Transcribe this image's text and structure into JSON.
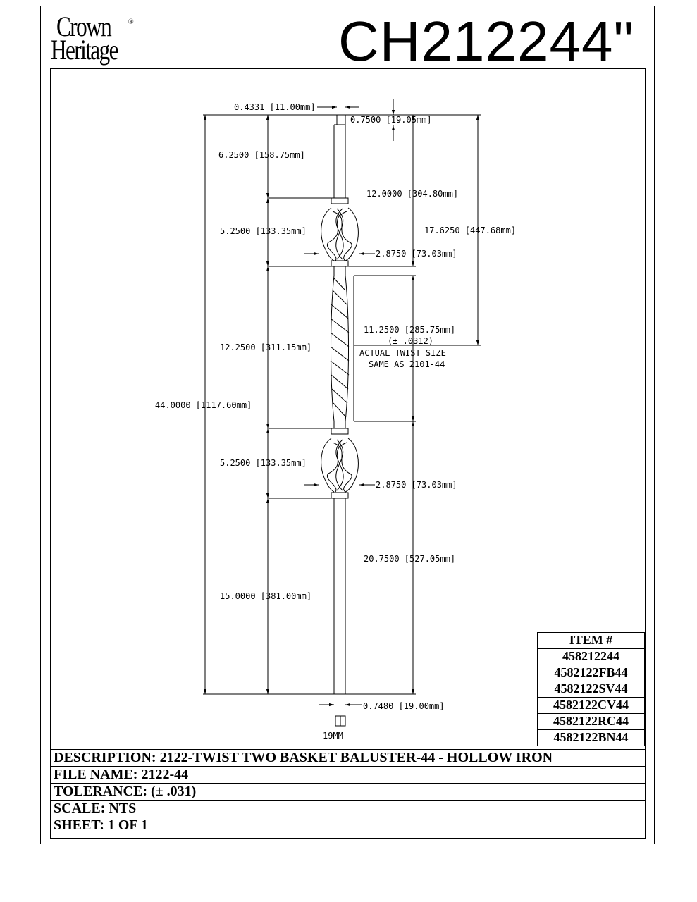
{
  "logo": {
    "line1": "Crown",
    "line2": "Heritage",
    "reg": "®"
  },
  "title": "CH212244\"",
  "dimensions": {
    "top_rod_dia": "0.4331 [11.00mm]",
    "top_square": "0.7500 [19.05mm]",
    "top_section": "6.2500 [158.75mm]",
    "to_basket_bottom": "12.0000 [304.80mm]",
    "upper_basket_height": "5.2500 [133.35mm]",
    "upper_basket_width": "2.8750 [73.03mm]",
    "to_twist_end": "17.6250 [447.68mm]",
    "twist_section": "12.2500 [311.15mm]",
    "twist_length": "11.2500 [285.75mm]",
    "twist_tol": "(± .0312)",
    "twist_note1": "ACTUAL TWIST SIZE",
    "twist_note2": "SAME AS 2101-44",
    "overall": "44.0000 [1117.60mm]",
    "lower_basket_height": "5.2500 [133.35mm]",
    "lower_basket_width": "2.8750 [73.03mm]",
    "lower_to_bottom": "20.7500 [527.05mm]",
    "bottom_section": "15.0000 [381.00mm]",
    "bottom_square": "0.7480 [19.00mm]",
    "bottom_mm": "19MM"
  },
  "items": {
    "header": "ITEM #",
    "list": [
      "458212244",
      "4582122FB44",
      "4582122SV44",
      "4582122CV44",
      "4582122RC44",
      "4582122BN44"
    ]
  },
  "titleblock": {
    "description": "DESCRIPTION:  2122-TWIST TWO BASKET BALUSTER-44 - HOLLOW IRON",
    "file": "FILE NAME: 2122-44",
    "tolerance": "TOLERANCE:  (± .031)",
    "scale": "SCALE: NTS",
    "sheet": "SHEET: 1 OF 1"
  }
}
